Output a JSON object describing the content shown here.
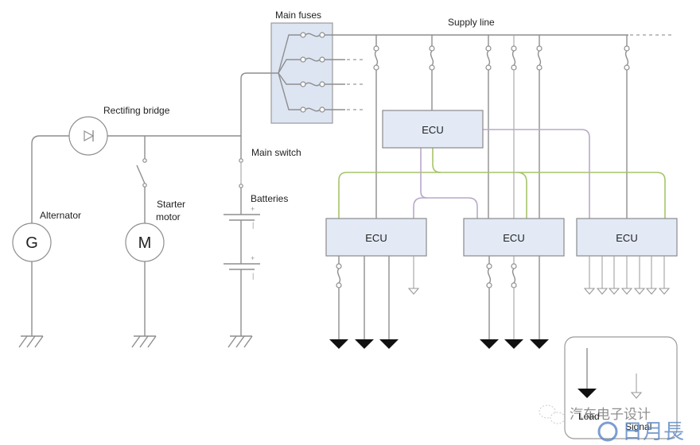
{
  "title": "Vehicle electrical power distribution diagram",
  "labels": {
    "main_fuses": "Main fuses",
    "supply_line": "Supply line",
    "rectifying_bridge": "Rectifing bridge",
    "main_switch": "Main switch",
    "batteries": "Batteries",
    "alternator": "Alternator",
    "starter_motor_line1": "Starter",
    "starter_motor_line2": "motor",
    "alternator_symbol": "G",
    "motor_symbol": "M",
    "battery_plus": "+",
    "battery_minus": "|"
  },
  "ecus": [
    {
      "id": "ecu-top",
      "label": "ECU"
    },
    {
      "id": "ecu-bottom-left",
      "label": "ECU"
    },
    {
      "id": "ecu-bottom-middle",
      "label": "ECU"
    },
    {
      "id": "ecu-bottom-right",
      "label": "ECU"
    }
  ],
  "legend": {
    "load_label": "Load",
    "signal_label": "Signal"
  },
  "watermark": {
    "text_cn": "汽车电子设计",
    "text_logo": "日月長"
  },
  "colors": {
    "ecu_fill": "#e3eaf6",
    "can_bus_green": "#a6c46a",
    "can_bus_purple": "#b9a9c9",
    "wire": "#8e8e8e"
  }
}
